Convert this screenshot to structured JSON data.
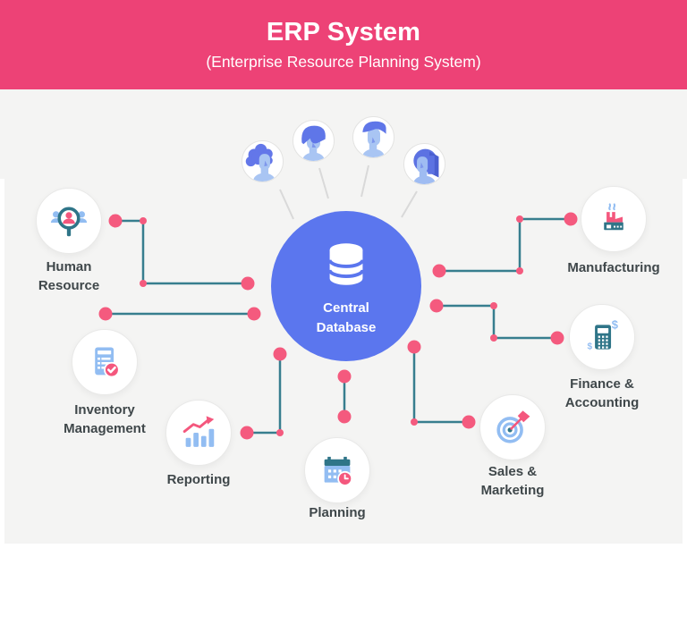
{
  "header": {
    "title": "ERP System",
    "subtitle": "(Enterprise Resource Planning System)"
  },
  "center": {
    "label": "Central Database",
    "icon": "database-icon"
  },
  "modules": [
    {
      "id": "human-resource",
      "label": "Human Resource",
      "icon": "people-search-icon"
    },
    {
      "id": "inventory-management",
      "label": "Inventory Management",
      "icon": "clipboard-check-icon"
    },
    {
      "id": "reporting",
      "label": "Reporting",
      "icon": "bar-chart-icon"
    },
    {
      "id": "planning",
      "label": "Planning",
      "icon": "calendar-clock-icon"
    },
    {
      "id": "sales-marketing",
      "label": "Sales & Marketing",
      "icon": "target-dart-icon"
    },
    {
      "id": "finance-accounting",
      "label": "Finance & Accounting",
      "icon": "calculator-icon"
    },
    {
      "id": "manufacturing",
      "label": "Manufacturing",
      "icon": "factory-icon"
    }
  ],
  "avatars": [
    {
      "icon": "person-curly-hair-icon"
    },
    {
      "icon": "person-bowl-hair-icon"
    },
    {
      "icon": "person-swoosh-hair-icon"
    },
    {
      "icon": "person-long-hair-icon"
    }
  ],
  "colors": {
    "header_bg": "#ED4276",
    "canvas_bg": "#F4F4F3",
    "center_blue": "#5B76EE",
    "line_teal": "#377E8E",
    "dot_pink": "#F45A7E",
    "icon_pink": "#F4577D",
    "icon_teal": "#2F7588",
    "icon_blue": "#92BDF2",
    "label_text": "#3F474A",
    "avatar_line_gray": "#D9D9D9"
  }
}
